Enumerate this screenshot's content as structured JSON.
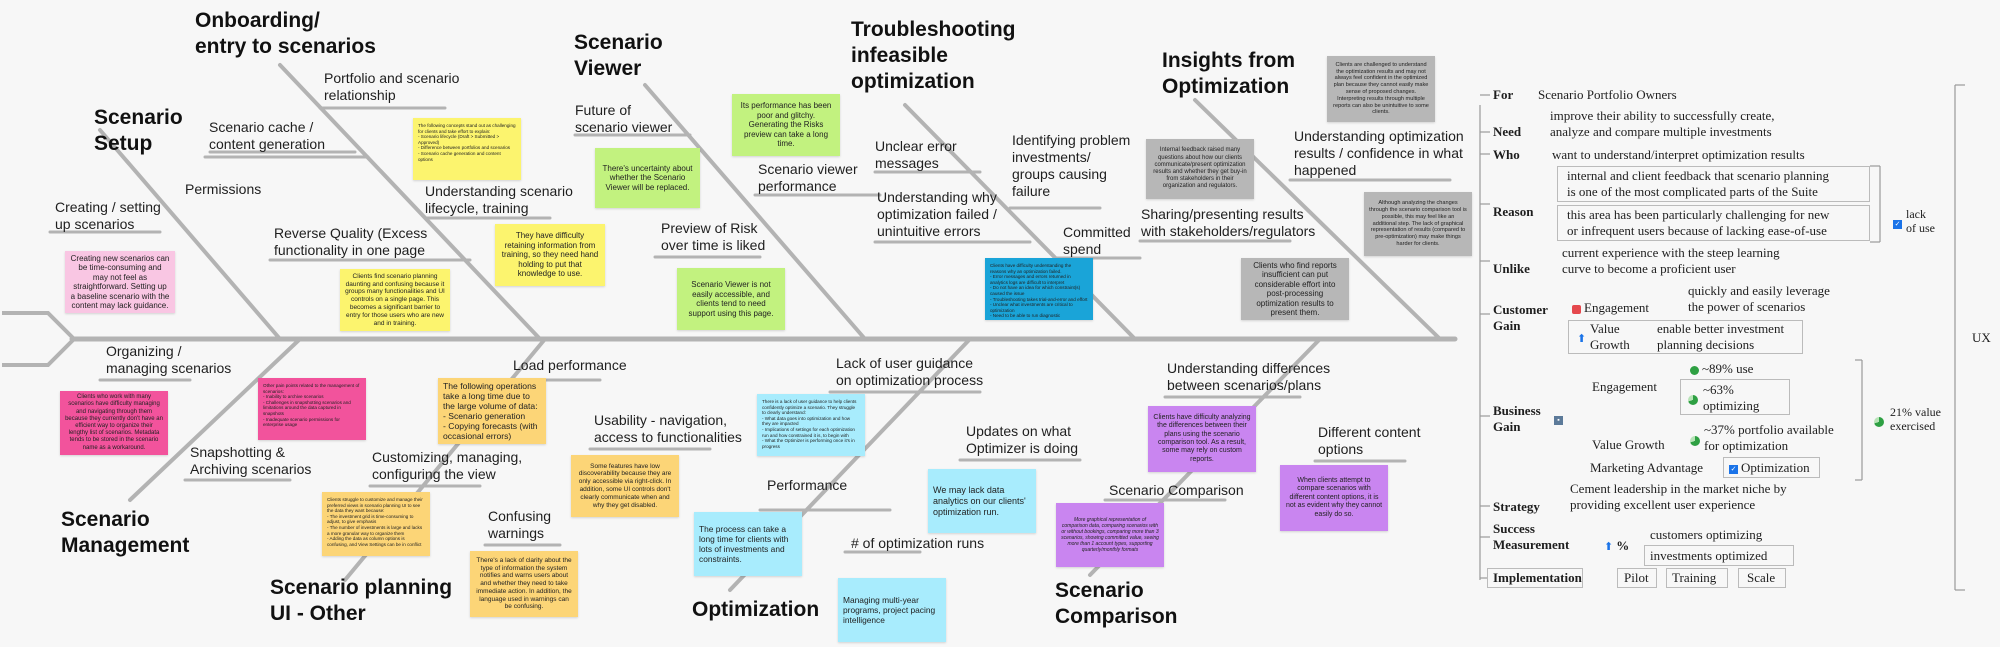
{
  "diagram": {
    "categories": {
      "scenario_setup": "Scenario\nSetup",
      "onboarding": "Onboarding/\nentry to scenarios",
      "scenario_viewer": "Scenario\nViewer",
      "troubleshooting": "Troubleshooting\ninfeasible\noptimization",
      "insights": "Insights from\nOptimization",
      "scenario_management": "Scenario\nManagement",
      "scenario_planning_ui": "Scenario planning\nUI - Other",
      "optimization": "Optimization",
      "scenario_comparison": "Scenario\nComparison"
    },
    "labels": {
      "portfolio": "Portfolio and scenario\nrelationship",
      "cache": "Scenario cache /\ncontent generation",
      "permissions": "Permissions",
      "creating": "Creating / setting\nup scenarios",
      "lifecycle": "Understanding scenario\nlifecycle, training",
      "reverse_quality": "Reverse Quality (Excess\nfunctionality in one page",
      "future_viewer": "Future of\nscenario viewer",
      "viewer_performance": "Scenario viewer\nperformance",
      "preview_risk": "Preview of Risk\nover time is liked",
      "unclear_errors": "Unclear error\nmessages",
      "why_failed": "Understanding why\noptimization failed /\nunintuitive errors",
      "identifying": "Identifying problem\ninvestments/\ngroups causing\nfailure",
      "committed": "Committed\nspend",
      "understanding_results": "Understanding optimization\nresults / confidence in what\nhappened",
      "sharing": "Sharing/presenting results\nwith stakeholders/regulators",
      "organizing": "Organizing /\nmanaging scenarios",
      "snapshotting": "Snapshotting &\nArchiving scenarios",
      "load_performance": "Load performance",
      "customizing": "Customizing, managing,\nconfiguring the view",
      "usability": "Usability - navigation,\naccess to functionalities",
      "confusing_warnings": "Confusing\nwarnings",
      "lack_guidance": "Lack of user guidance\non optimization process",
      "updates": "Updates on what\nOptimizer is doing",
      "performance": "Performance",
      "num_runs": "# of optimization runs",
      "understanding_diff": "Understanding differences\nbetween scenarios/plans",
      "different_content": "Different content\noptions",
      "scenario_comparison_sub": "Scenario Comparison"
    },
    "notes": {
      "n_pink_creating": "Creating new scenarios can be time-consuming and may not feel as straightforward. Setting up a baseline scenario with the content may lack guidance.",
      "n_yellow_lifecycle": "The following concepts stand out as challenging for clients and take effort to explain:\n- Scenario lifecycle (Draft > Submitted > Approved)\n- Difference between portfolios and scenarios\n- Scenario cache generation and content options",
      "n_yellow_training": "They have difficulty retaining information from training, so they need hand holding to put that knowledge to use.",
      "n_yellow_reverse": "Clients find scenario planning daunting and confusing because it groups many functionalities and UI controls on a single page. This becomes a significant barrier to entry for those users who are new and in training.",
      "n_green_future": "There's uncertainty about whether the Scenario Viewer will be replaced.",
      "n_green_perf": "Its performance has been poor and glitchy. Generating the Risks preview can take a long time.",
      "n_green_access": "Scenario Viewer is not easily accessible, and clients tend to need support using this page.",
      "n_blue_failed": "Clients have difficulty understanding the reasons why an optimization failed.\n- Error messages and errors returned in analytics logs are difficult to interpret\n- Do not have an idea for which constraint(s) caused the issue\n- Troubleshooting takes trial-and-error and effort\n- Unclear what investments are critical to optimization\n- Need to be able to run diagnostic",
      "n_gray_results": "Clients are challenged to understand the optimization results and may not always feel confident in the optimized plan because they cannot easily make sense of proposed changes. Interpreting results through multiple reports can also be unintuitive to some clients.",
      "n_gray_feedback": "Internal feedback raised many questions about how our clients communicate/present optimization results and whether they get buy-in from stakeholders in their organization and regulators.",
      "n_gray_changes": "Although analyzing the changes through the scenario comparison tool is possible, this may feel like an additional step. The lack of graphical representation of results (compared to pre-optimization) may make things harder for clients.",
      "n_gray_reports": "Clients who find reports insufficient can put considerable effort into post-processing optimization results to present them.",
      "n_pink_organizing": "Clients who work with many scenarios have difficulty managing and navigating through them because they currently don't have an efficient way to organize their lengthy list of scenarios. Metadata tends to be stored in the scenario name as a workaround.",
      "n_pink_mgmt": "Other pain points related to the management of scenarios:\n- Inability to archive scenarios\n- Challenges in snapshotting scenarios and limitations around the data captured in snapshots\n- Inadequate scenario permissions for enterprise usage",
      "n_orange_load": "The following operations take a long time due to the large volume of data:\n- Scenario generation\n- Copying forecasts (with occasional errors)",
      "n_orange_view": "Clients struggle to customize and manage their preferred views in scenario planning UI to see the data they want because:\n- The investment grid is time-consuming to adjust, to give emphasis\n- The number of investments is large and lacks a more granular way to organize them\n- Adding the data as column options is confusing, and View Settings can be in conflict",
      "n_orange_usability": "Some features have low discoverability because they are only accessible via right-click. In addition, some UI controls don't clearly communicate when and why they get disabled.",
      "n_orange_warnings": "There's a lack of clarity about the type of information the system notifies and warns users about and whether they need to take immediate action. In addition, the language used in warnings can be confusing.",
      "n_cyan_guidance": "There is a lack of user guidance to help clients confidently optimize a scenario. They struggle to clearly understand:\n- What data goes into optimization and how they are impacted\n- Implications of settings for each optimization run and how constrained it is, to begin with\n- What the Optimizer is performing once it's in progress",
      "n_cyan_analytics": "We may lack data analytics on our clients' optimization run.",
      "n_cyan_time": "The process can take a long time for clients with lots of investments and constraints.",
      "n_cyan_multiyear": "Managing multi-year programs, project pacing intelligence",
      "n_purple_diff": "Clients have difficulty analyzing the differences between their plans using the scenario comparison tool. As a result, some may rely on custom reports.",
      "n_purple_graphical": "More graphical representation of comparison data, comparing scenarios with or without bookings, comparing more than 3 scenarios, showing committed value, seeing more than 1 account types, supporting quarterly/monthly formats",
      "n_purple_options": "When clients attempt to compare scenarios with different content options, it is not as evident why they cannot easily do so."
    }
  },
  "summary": {
    "ux_label": "UX",
    "for_label": "For",
    "for_value": "Scenario Portfolio Owners",
    "need_label": "Need",
    "need_value": "improve their ability to successfully create,\nanalyze and compare multiple investments",
    "who_label": "Who",
    "who_value": "want to understand/interpret optimization results",
    "reason_label": "Reason",
    "reason_1": "internal and client feedback that scenario planning\nis one of the most complicated parts of the Suite",
    "reason_2": "this area has been particularly challenging for new\nor infrequent users because of lacking ease-of-use",
    "lack_of_use": "lack\nof use",
    "unlike_label": "Unlike",
    "unlike_value": "current experience with the steep learning\ncurve to become a proficient user",
    "customer_gain_label": "Customer\nGain",
    "engagement_label": "Engagement",
    "engagement_value": "quickly and easily leverage\nthe power of scenarios",
    "value_growth_label": "Value\nGrowth",
    "value_growth_value": "enable better investment\nplanning decisions",
    "business_gain_label": "Business\nGain",
    "bg_engagement": "Engagement",
    "bg_use": "~89% use",
    "bg_optimizing": "~63%\noptimizing",
    "bg_value_growth": "Value Growth",
    "bg_portfolio": "~37% portfolio available\nfor optimization",
    "bg_marketing": "Marketing Advantage",
    "bg_optimization": "Optimization",
    "bg_value_exercised": "21% value\nexercised",
    "strategy_label": "Strategy",
    "strategy_value": "Cement leadership in the market niche by\nproviding excellent user experience",
    "success_label": "Success\nMeasurement",
    "success_pct": "%",
    "success_1": "customers optimizing",
    "success_2": "investments optimized",
    "implementation_label": "Implementation",
    "impl_1": "Pilot",
    "impl_2": "Training",
    "impl_3": "Scale"
  },
  "colors": {
    "bone": "#b3b3b3",
    "pink": "#f9c6e3",
    "hotpink": "#f2539c",
    "yellow": "#fcf46e",
    "orange": "#fcd577",
    "green": "#c2f27f",
    "blue": "#1aa4d8",
    "gray": "#b7b7b7",
    "cyan": "#a8ecfd",
    "purple": "#c985f0"
  }
}
